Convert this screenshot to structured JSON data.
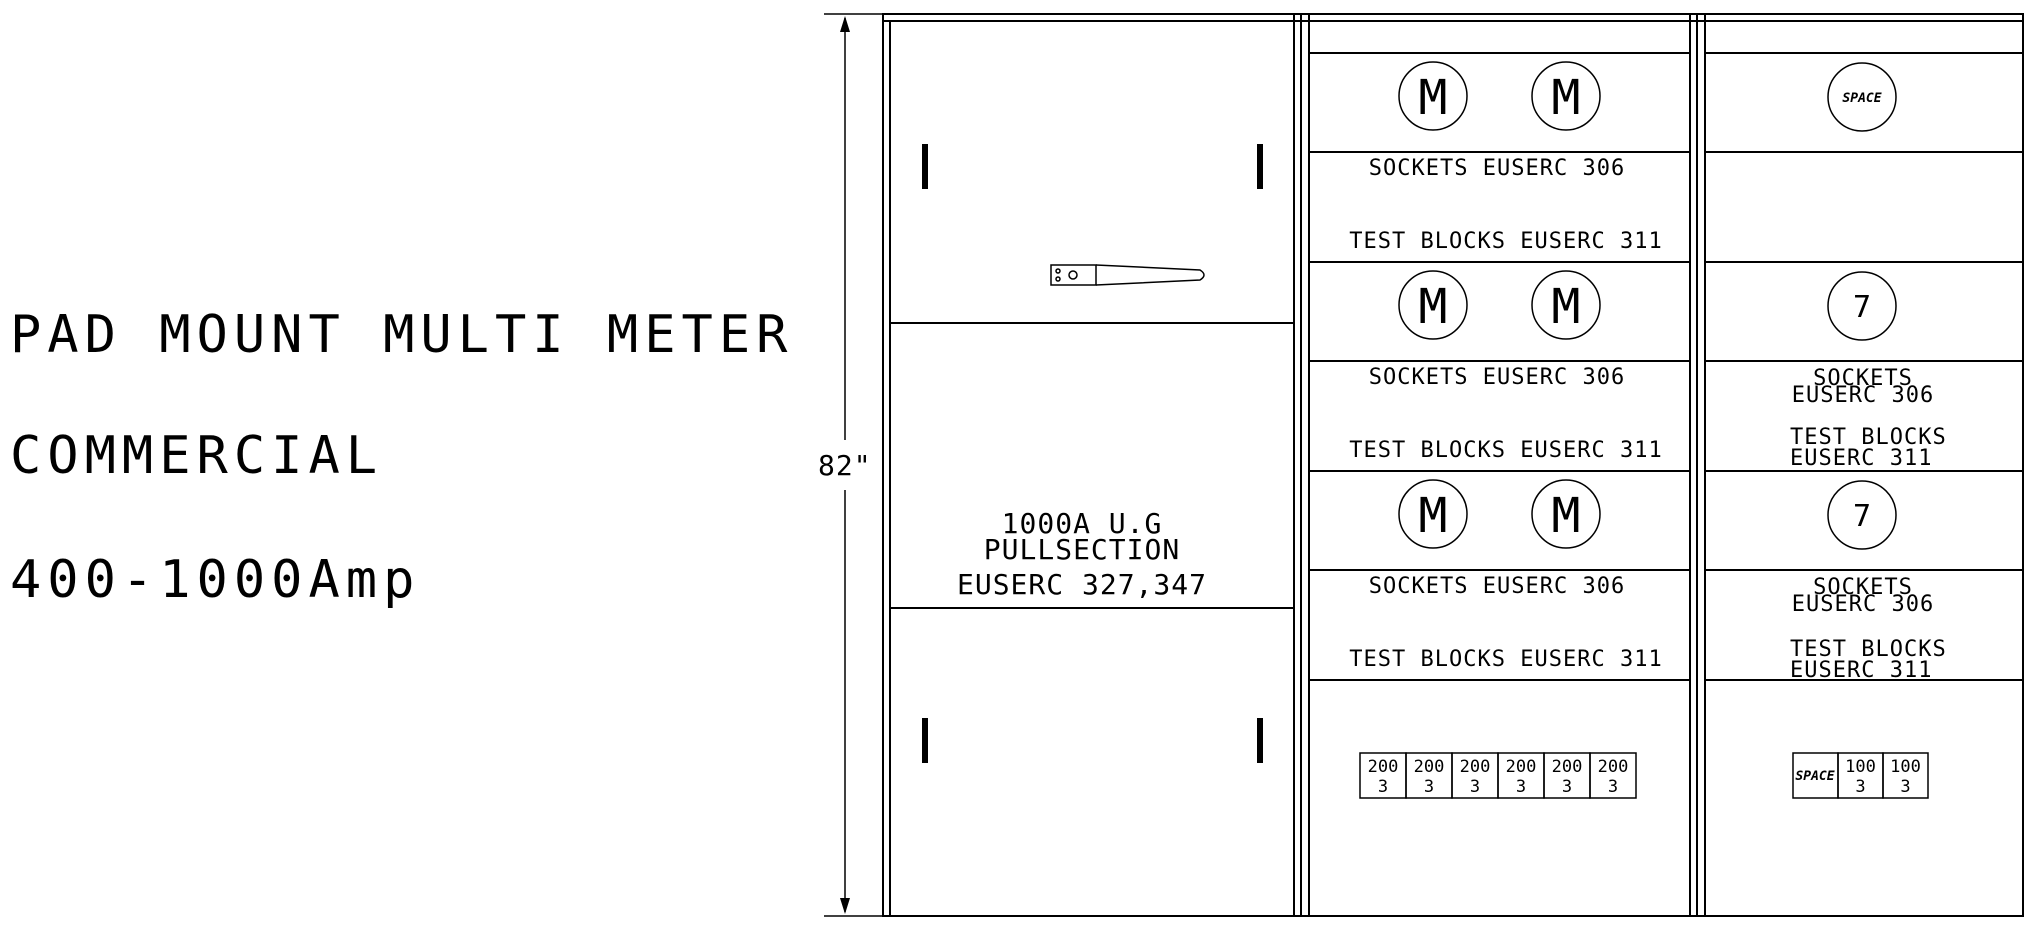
{
  "title": {
    "line1": "PAD MOUNT MULTI METER",
    "line2": "COMMERCIAL",
    "line3": "400-1000Amp"
  },
  "dimension": {
    "height_label": "82\""
  },
  "pull_section": {
    "line1": "1000A U.G",
    "line2": "PULLSECTION",
    "line3": "EUSERC 327,347"
  },
  "middle_column": {
    "meter_symbol": "M",
    "rows": [
      {
        "sockets": "SOCKETS EUSERC 306",
        "test_blocks": "TEST BLOCKS EUSERC 311"
      },
      {
        "sockets": "SOCKETS EUSERC 306",
        "test_blocks": "TEST BLOCKS EUSERC 311"
      },
      {
        "sockets": "SOCKETS EUSERC 306",
        "test_blocks": "TEST BLOCKS EUSERC 311"
      }
    ],
    "breakers": [
      {
        "amps": "200",
        "poles": "3"
      },
      {
        "amps": "200",
        "poles": "3"
      },
      {
        "amps": "200",
        "poles": "3"
      },
      {
        "amps": "200",
        "poles": "3"
      },
      {
        "amps": "200",
        "poles": "3"
      },
      {
        "amps": "200",
        "poles": "3"
      }
    ]
  },
  "right_column": {
    "space_symbol": "SPACE",
    "meters": [
      {
        "symbol": "7",
        "sockets_1": "SOCKETS",
        "sockets_2": "EUSERC 306",
        "test_1": "TEST BLOCKS",
        "test_2": "EUSERC 311"
      },
      {
        "symbol": "7",
        "sockets_1": "SOCKETS",
        "sockets_2": "EUSERC 306",
        "test_1": "TEST BLOCKS",
        "test_2": "EUSERC 311"
      }
    ],
    "breaker_space": "SPACE",
    "breakers": [
      {
        "amps": "100",
        "poles": "3"
      },
      {
        "amps": "100",
        "poles": "3"
      }
    ]
  }
}
